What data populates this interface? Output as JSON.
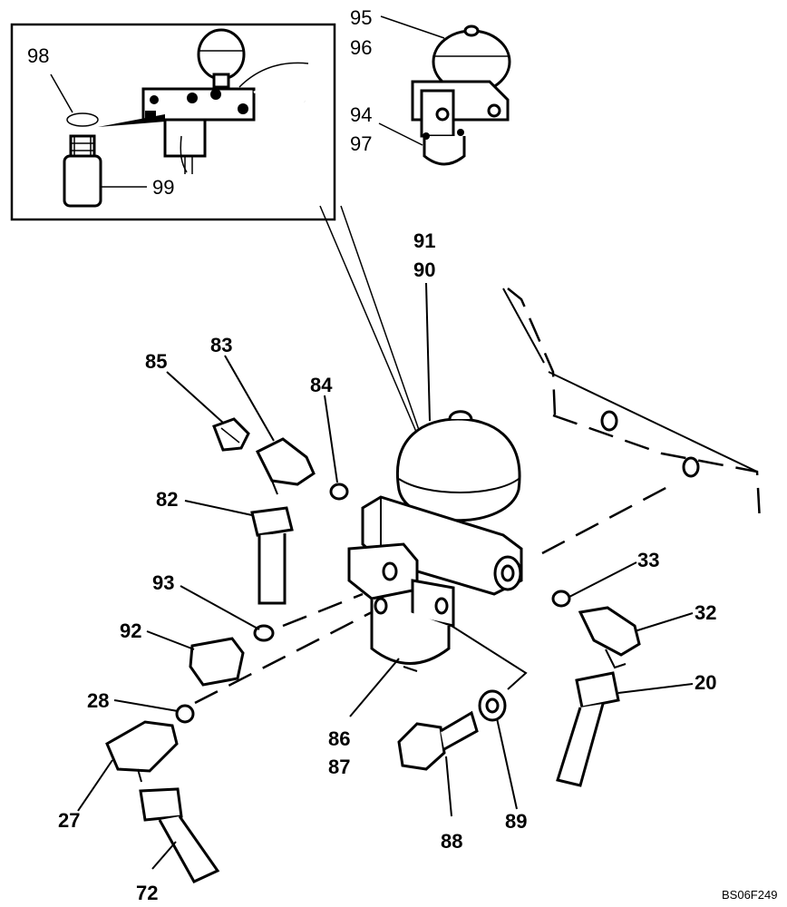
{
  "reference_code": "BS06F249",
  "inset_labels": [
    "98",
    "99"
  ],
  "top_labels": [
    "95",
    "96",
    "94",
    "97"
  ],
  "main_labels": [
    "91",
    "90",
    "85",
    "83",
    "84",
    "82",
    "93",
    "92",
    "33",
    "32",
    "20",
    "28",
    "27",
    "72",
    "86",
    "87",
    "88",
    "89"
  ]
}
